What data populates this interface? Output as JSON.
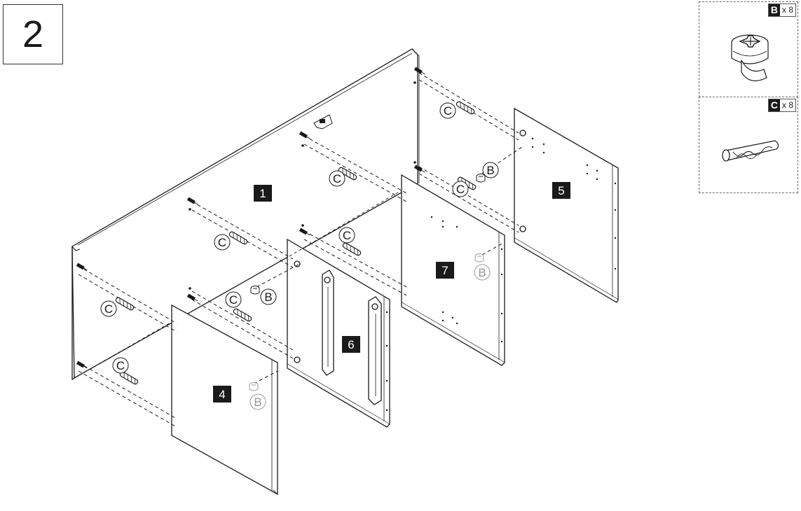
{
  "step": {
    "number": "2"
  },
  "legend": {
    "b": {
      "letter": "B",
      "qty": "x 8",
      "icon": "cam-lock-icon"
    },
    "c": {
      "letter": "C",
      "qty": "x 8",
      "icon": "wooden-dowel-icon"
    }
  },
  "panels": {
    "p1": "1",
    "p4": "4",
    "p5": "5",
    "p6": "6",
    "p7": "7"
  },
  "callouts": {
    "c": "C",
    "b": "B"
  },
  "colors": {
    "line": "#1a1a1a",
    "faded": "#9a9a9a",
    "label_bg": "#1a1a1a",
    "label_fg": "#ffffff"
  }
}
